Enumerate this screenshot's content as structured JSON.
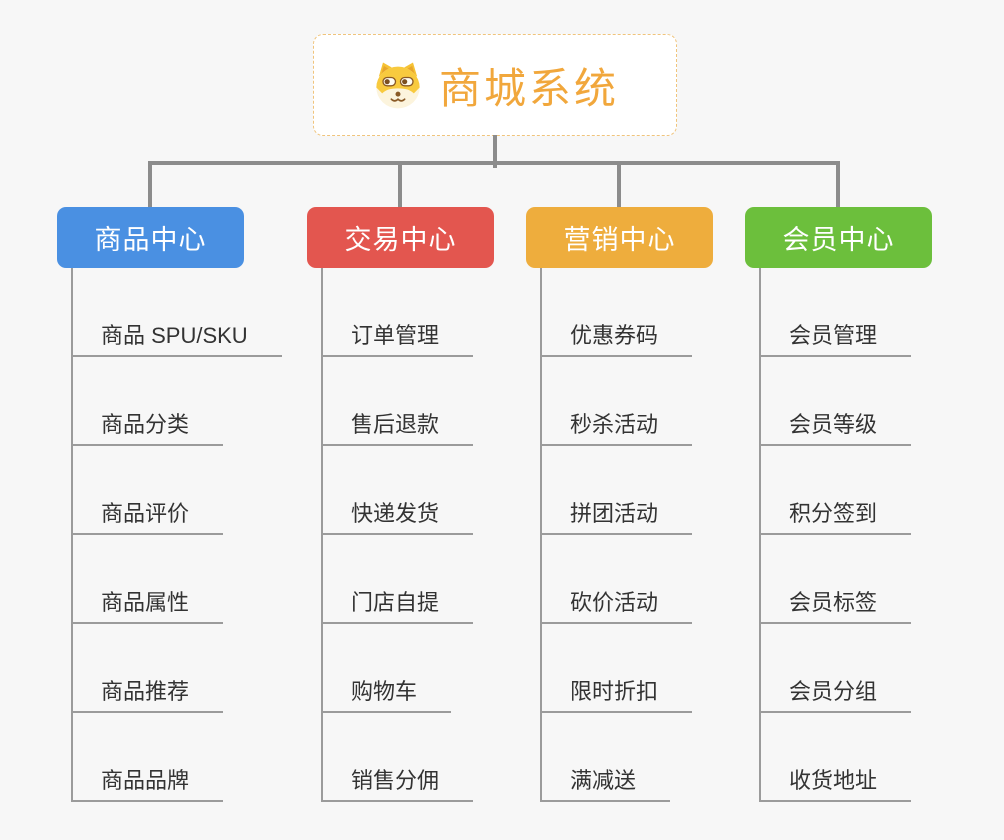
{
  "root": {
    "title": "商城系统",
    "icon": "dog-icon"
  },
  "branches": [
    {
      "label": "商品中心",
      "color": "#4a90e2",
      "items": [
        "商品 SPU/SKU",
        "商品分类",
        "商品评价",
        "商品属性",
        "商品推荐",
        "商品品牌"
      ]
    },
    {
      "label": "交易中心",
      "color": "#e3564f",
      "items": [
        "订单管理",
        "售后退款",
        "快递发货",
        "门店自提",
        "购物车",
        "销售分佣"
      ]
    },
    {
      "label": "营销中心",
      "color": "#eead3d",
      "items": [
        "优惠券码",
        "秒杀活动",
        "拼团活动",
        "砍价活动",
        "限时折扣",
        "满减送"
      ]
    },
    {
      "label": "会员中心",
      "color": "#6cbf3c",
      "items": [
        "会员管理",
        "会员等级",
        "积分签到",
        "会员标签",
        "会员分组",
        "收货地址"
      ]
    }
  ],
  "colors": {
    "background": "#f7f7f7",
    "connector": "#8c8c8c",
    "leaf_line": "#9b9b9b",
    "leaf_text": "#333333",
    "root_text": "#f1a73c",
    "root_border": "#f0c47c",
    "node_text": "#ffffff"
  }
}
